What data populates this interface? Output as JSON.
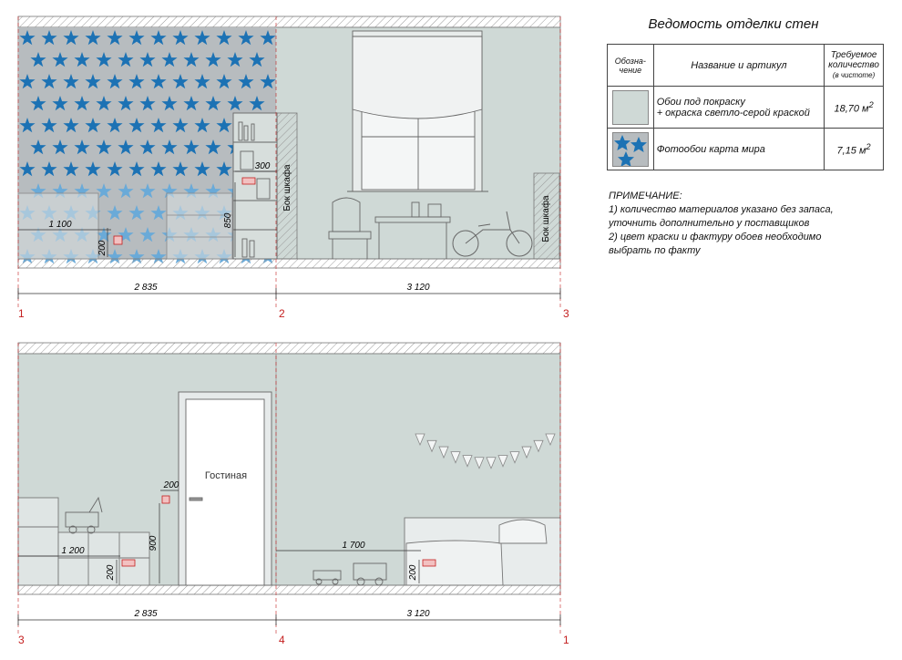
{
  "colors": {
    "wall": "#cfd9d6",
    "star_bg": "#b7bcbf",
    "star_dark": "#1c72b4",
    "star_light": "#6aaad8",
    "axis_red": "#c41e1e",
    "line": "#555555"
  },
  "legend": {
    "title": "Ведомость отделки стен",
    "headers": {
      "symbol": "Обозна-\nчение",
      "name": "Название и артикул",
      "qty_line1": "Требуемое количество",
      "qty_line2": "(в чистоте)"
    },
    "rows": [
      {
        "swatch": "paint-swatch",
        "name_line1": "Обои под покраску",
        "name_line2": "+ окраска светло-серой краской",
        "qty": "18,70 м",
        "unit_sup": "2"
      },
      {
        "swatch": "stars-swatch",
        "name_line1": "Фотообои карта мира",
        "name_line2": "",
        "qty": "7,15 м",
        "unit_sup": "2"
      }
    ]
  },
  "notes": {
    "heading": "ПРИМЕЧАНИЕ:",
    "lines": [
      "1) количество материалов указано без запаса,",
      "уточнить дополнительно у поставщиков",
      "2) цвет краски и фактуру обоев необходимо",
      "выбрать по факту"
    ]
  },
  "elevation_top": {
    "dims": {
      "left_width": "2 835",
      "right_width": "3 120",
      "socket_height": "200",
      "socket_offset": "1 100",
      "shelf_height": "850",
      "shelf_offset": "300"
    },
    "axes": [
      "1",
      "2",
      "3"
    ],
    "labels": {
      "wardrobe_side_left": "Бок шкафа",
      "wardrobe_side_right": "Бок шкафа"
    }
  },
  "elevation_bottom": {
    "dims": {
      "left_width": "2 835",
      "right_width": "3 120",
      "socket_a_offset": "1 200",
      "socket_a_height": "200",
      "switch_offset": "200",
      "switch_height": "900",
      "socket_b_offset": "1 700",
      "socket_b_height": "200"
    },
    "axes": [
      "3",
      "4",
      "1"
    ],
    "labels": {
      "door": "Гостиная"
    }
  }
}
